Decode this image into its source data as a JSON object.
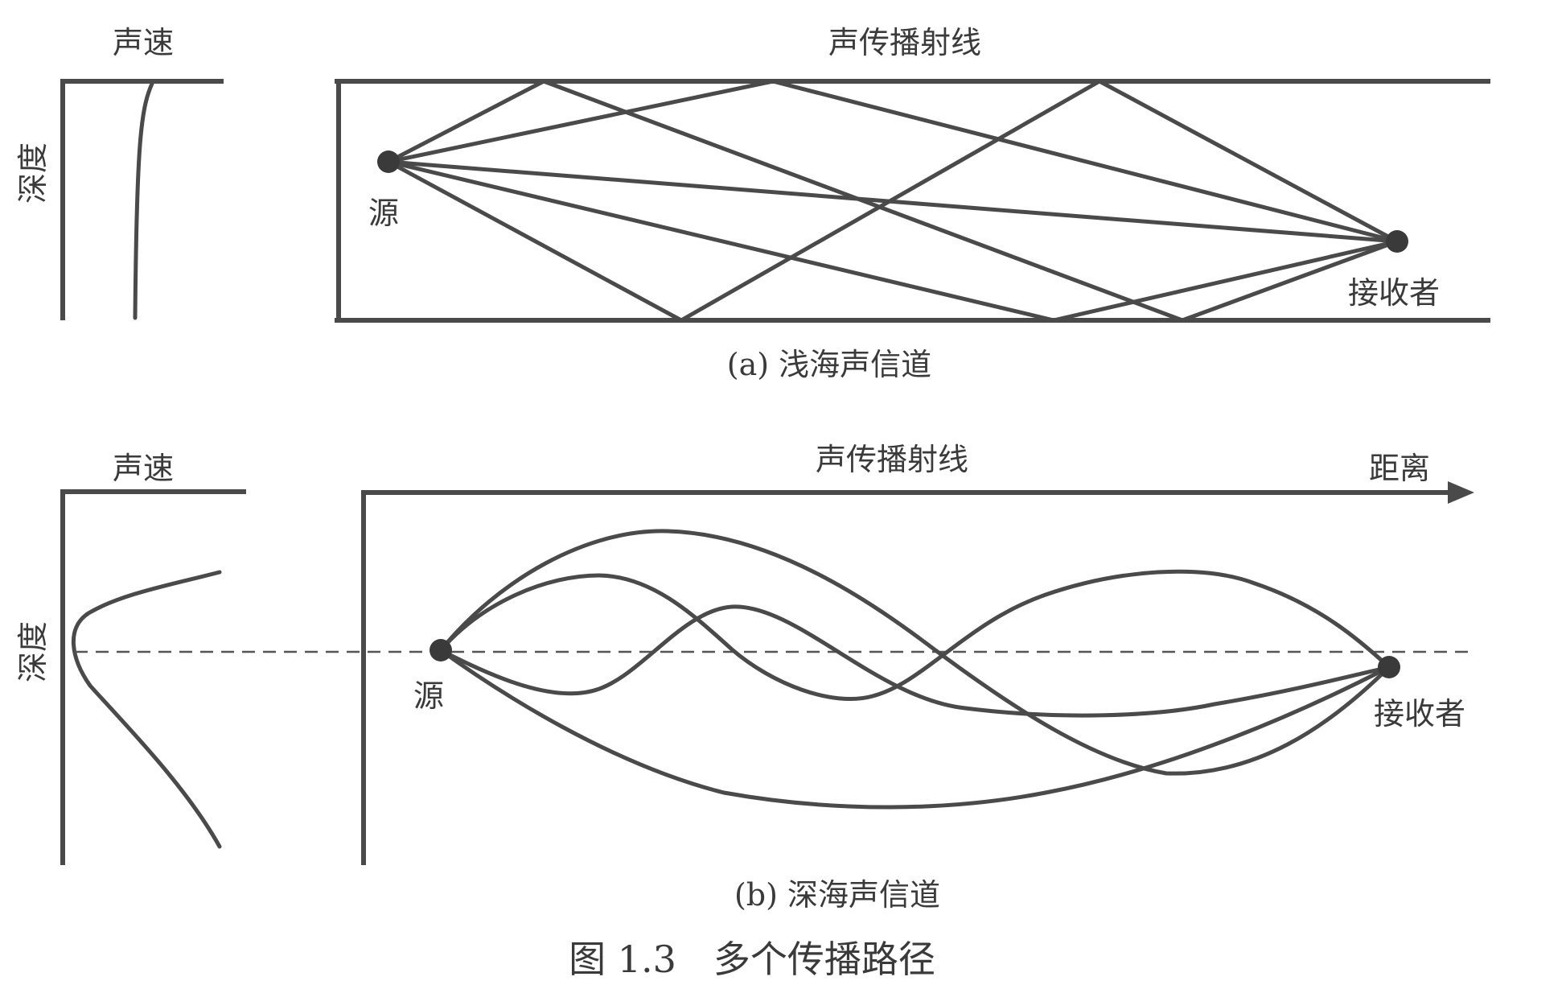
{
  "panel_a": {
    "speed_label": "声速",
    "depth_label": "深度",
    "rays_label": "声传播射线",
    "source_label": "源",
    "receiver_label": "接收者",
    "subcaption": "(a) 浅海声信道"
  },
  "panel_b": {
    "speed_label": "声速",
    "depth_label": "深度",
    "rays_label": "声传播射线",
    "range_label": "距离",
    "source_label": "源",
    "receiver_label": "接收者",
    "subcaption": "(b) 深海声信道"
  },
  "figure_caption": "图 1.3　多个传播路径"
}
